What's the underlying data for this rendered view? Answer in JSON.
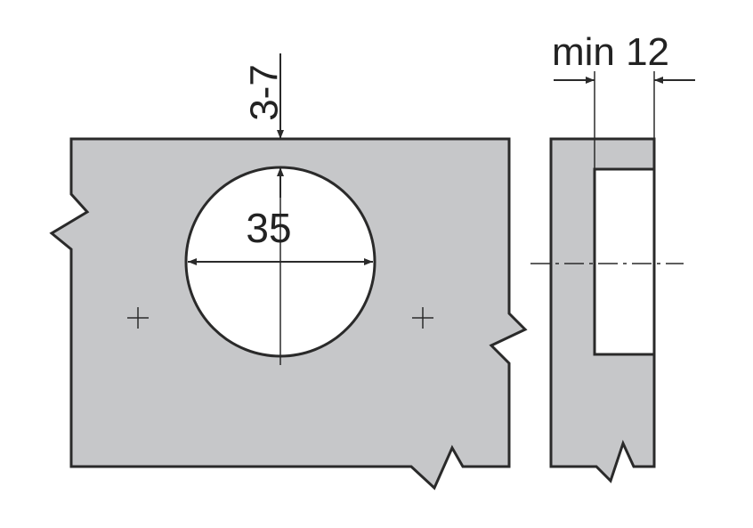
{
  "diagram": {
    "colors": {
      "panel_fill": "#c6c7c9",
      "outline": "#2a2a2a",
      "hole_fill": "#ffffff",
      "text": "#222222"
    },
    "labels": {
      "offset": "3-7",
      "hole_diameter": "35",
      "min_thickness": "min 12"
    }
  }
}
